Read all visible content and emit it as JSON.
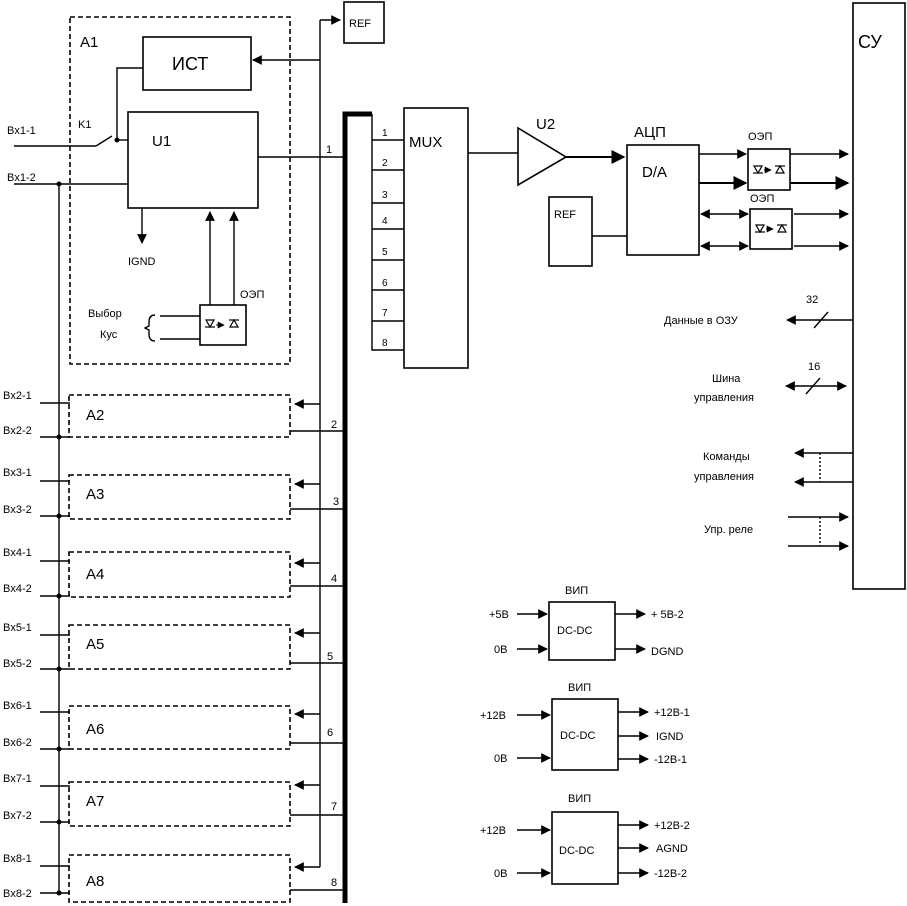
{
  "blocks": {
    "a1": "A1",
    "ist": "ИСТ",
    "u1": "U1",
    "k1": "K1",
    "ignd": "IGND",
    "vybor_line1": "Выбор",
    "vybor_line2": "Кус",
    "oep": "ОЭП",
    "ref_top": "REF",
    "ref_adc": "REF",
    "mux": "MUX",
    "u2": "U2",
    "adc": "АЦП",
    "da": "D/A",
    "su": "СУ"
  },
  "inputs": [
    {
      "in1": "Bx1-1",
      "in2": "Bx1-2",
      "bus": "1"
    },
    {
      "in1": "Bx2-1",
      "in2": "Bx2-2",
      "block": "A2",
      "bus": "2"
    },
    {
      "in1": "Bx3-1",
      "in2": "Bx3-2",
      "block": "A3",
      "bus": "3"
    },
    {
      "in1": "Bx4-1",
      "in2": "Bx4-2",
      "block": "A4",
      "bus": "4"
    },
    {
      "in1": "Bx5-1",
      "in2": "Bx5-2",
      "block": "A5",
      "bus": "5"
    },
    {
      "in1": "Bx6-1",
      "in2": "Bx6-2",
      "block": "A6",
      "bus": "6"
    },
    {
      "in1": "Bx7-1",
      "in2": "Bx7-2",
      "block": "A7",
      "bus": "7"
    },
    {
      "in1": "Bx8-1",
      "in2": "Bx8-2",
      "block": "A8",
      "bus": "8"
    }
  ],
  "mux_inputs": [
    "1",
    "2",
    "3",
    "4",
    "5",
    "6",
    "7",
    "8"
  ],
  "su_io": {
    "ozu_label": "Данные  в ОЗУ",
    "ozu_width": "32",
    "bus_label1": "Шина",
    "bus_label2": "управления",
    "bus_width": "16",
    "cmd_label1": "Команды",
    "cmd_label2": "управления",
    "relay_label": "Упр. реле"
  },
  "power": [
    {
      "title": "ВИП",
      "converter": "DC-DC",
      "in1": "+5B",
      "in2": "0B",
      "outs": [
        "+ 5B-2",
        "DGND"
      ]
    },
    {
      "title": "ВИП",
      "converter": "DC-DC",
      "in1": "+12B",
      "in2": "0B",
      "outs": [
        "+12B-1",
        "IGND",
        "-12B-1"
      ]
    },
    {
      "title": "ВИП",
      "converter": "DC-DC",
      "in1": "+12B",
      "in2": "0B",
      "outs": [
        "+12B-2",
        "AGND",
        "-12B-2"
      ]
    }
  ]
}
